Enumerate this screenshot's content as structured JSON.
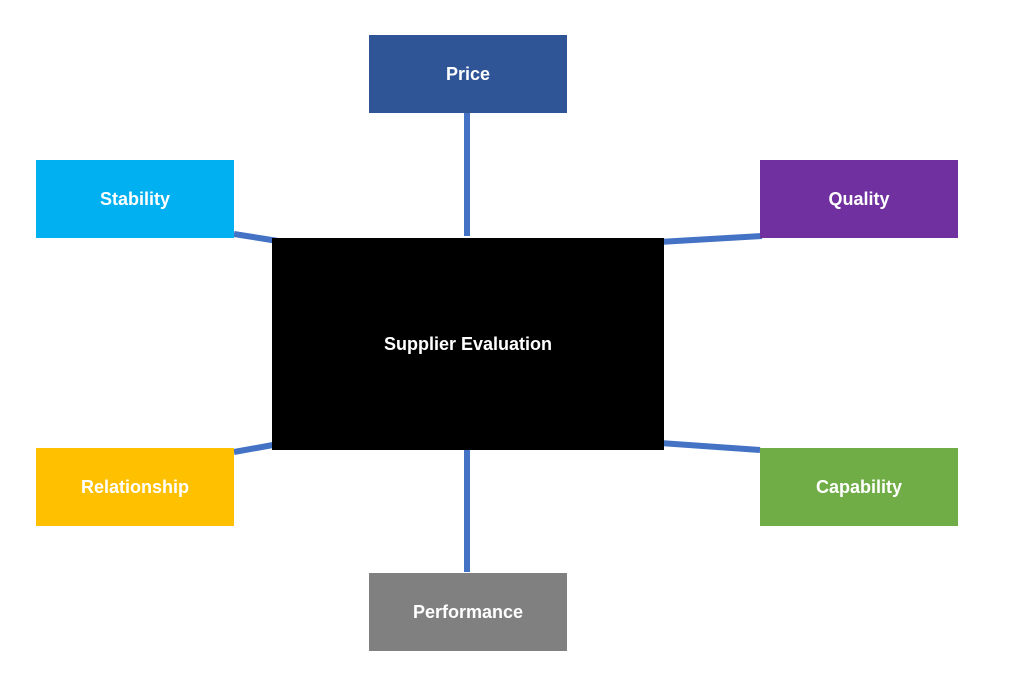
{
  "diagram": {
    "center": {
      "label": "Supplier Evaluation",
      "color": "#000000"
    },
    "factors": [
      {
        "id": "price",
        "label": "Price",
        "color": "#2f5597"
      },
      {
        "id": "stability",
        "label": "Stability",
        "color": "#00b0f0"
      },
      {
        "id": "quality",
        "label": "Quality",
        "color": "#7030a0"
      },
      {
        "id": "relationship",
        "label": "Relationship",
        "color": "#ffc000"
      },
      {
        "id": "capability",
        "label": "Capability",
        "color": "#70ad47"
      },
      {
        "id": "performance",
        "label": "Performance",
        "color": "#808080"
      }
    ],
    "connector_color": "#4472c4"
  }
}
